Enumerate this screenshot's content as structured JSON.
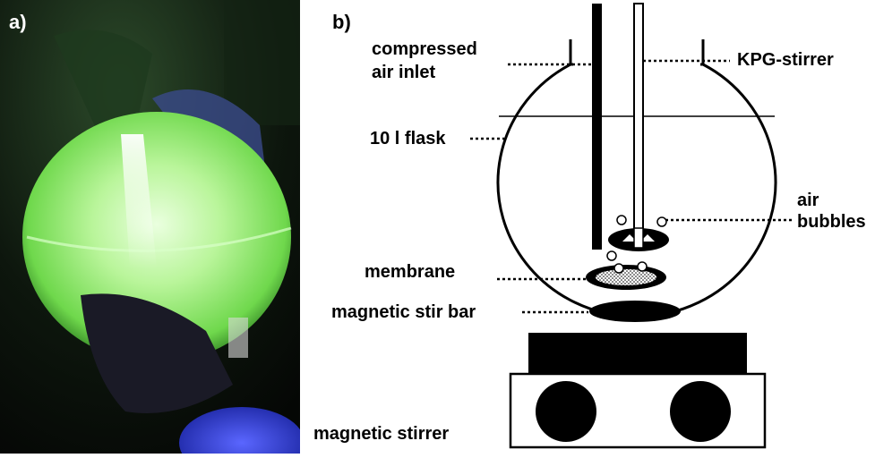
{
  "panel_a": {
    "label": "a)"
  },
  "panel_b": {
    "label": "b)",
    "labels": {
      "compressed_air_inlet_line1": "compressed",
      "compressed_air_inlet_line2": "air inlet",
      "kpg_stirrer": "KPG-stirrer",
      "flask": "10 l flask",
      "air_bubbles_line1": "air",
      "air_bubbles_line2": "bubbles",
      "membrane": "membrane",
      "magnetic_stir_bar": "magnetic stir bar",
      "magnetic_stirrer": "magnetic stirrer"
    }
  },
  "colors": {
    "photo_background": "#0a0f0a",
    "glow": "#b9f59a",
    "glove": "#2a2a40",
    "blue_glove": "#2f3bd6",
    "ink": "#000000"
  }
}
